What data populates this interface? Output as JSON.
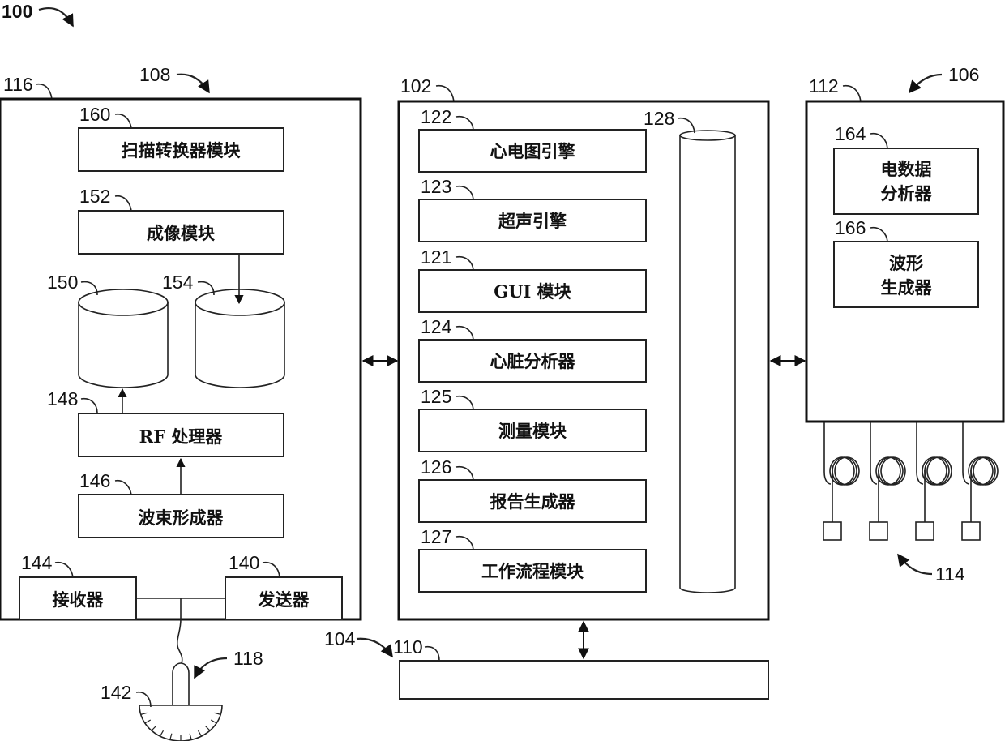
{
  "figure": {
    "ref": "100",
    "ultrasound_system": {
      "group_ref": "108",
      "housing_ref": "116",
      "modules": [
        {
          "ref": "160",
          "label": "扫描转换器模块"
        },
        {
          "ref": "152",
          "label": "成像模块"
        },
        {
          "ref": "148",
          "label": "RF 处理器"
        },
        {
          "ref": "146",
          "label": "波束形成器"
        },
        {
          "ref": "144",
          "label": "接收器"
        },
        {
          "ref": "140",
          "label": "发送器"
        }
      ],
      "storages": [
        {
          "ref": "150"
        },
        {
          "ref": "154"
        }
      ],
      "probe": {
        "ref": "118",
        "transducer_ref": "142"
      }
    },
    "controller": {
      "ref": "102",
      "modules": [
        {
          "ref": "122",
          "label": "心电图引擎"
        },
        {
          "ref": "123",
          "label": "超声引擎"
        },
        {
          "ref": "121",
          "label": "GUI 模块"
        },
        {
          "ref": "124",
          "label": "心脏分析器"
        },
        {
          "ref": "125",
          "label": "测量模块"
        },
        {
          "ref": "126",
          "label": "报告生成器"
        },
        {
          "ref": "127",
          "label": "工作流程模块"
        }
      ],
      "memory_ref": "128"
    },
    "display": {
      "group_ref": "104",
      "ref": "110"
    },
    "ecg_system": {
      "group_ref": "106",
      "housing_ref": "112",
      "modules": [
        {
          "ref": "164",
          "label_line1": "电数据",
          "label_line2": "分析器"
        },
        {
          "ref": "166",
          "label_line1": "波形",
          "label_line2": "生成器"
        }
      ],
      "leads_ref": "114",
      "lead_count": 4
    }
  }
}
